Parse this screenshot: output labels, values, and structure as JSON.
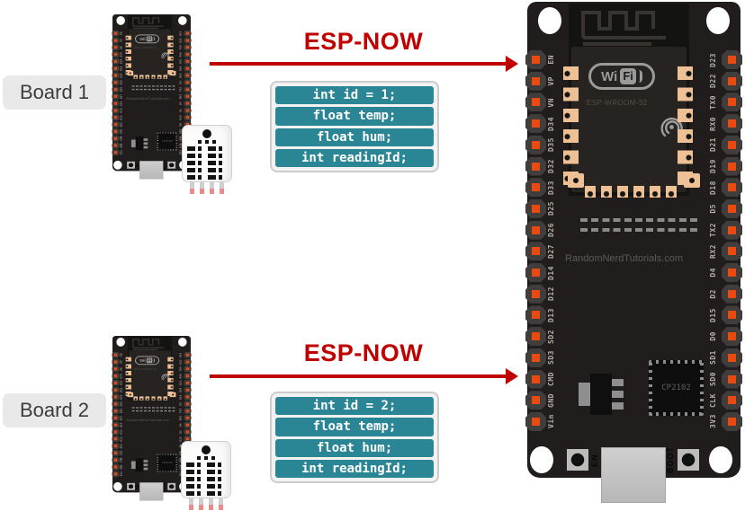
{
  "colors": {
    "accent_red": "#c00000",
    "code_teal": "#2a8595",
    "label_gray": "#e9e9e9"
  },
  "senders": [
    {
      "label": "Board 1",
      "protocol": "ESP-NOW",
      "struct_fields": [
        "int id = 1;",
        "float temp;",
        "float hum;",
        "int readingId;"
      ]
    },
    {
      "label": "Board 2",
      "protocol": "ESP-NOW",
      "struct_fields": [
        "int id = 2;",
        "float temp;",
        "float hum;",
        "int readingId;"
      ]
    }
  ],
  "receiver_board": {
    "wifi_logo": {
      "wi": "Wi",
      "fi": "Fi"
    },
    "module_name": "ESP-WROOM-32",
    "watermark": "RandomNerdTutorials.com",
    "usb_chip": "CP2102",
    "buttons": {
      "en": "EN",
      "boot": "BOOT"
    },
    "pins_left": [
      "EN",
      "VP",
      "VN",
      "D34",
      "D35",
      "D32",
      "D33",
      "D25",
      "D26",
      "D27",
      "D14",
      "D12",
      "D13",
      "SD2",
      "SD3",
      "CMD",
      "GND",
      "Vin"
    ],
    "pins_right": [
      "D23",
      "D22",
      "TX0",
      "RX0",
      "D21",
      "D19",
      "D18",
      "D5",
      "TX2",
      "RX2",
      "D4",
      "D2",
      "D15",
      "D0",
      "SD1",
      "SD0",
      "CLK",
      "3V3"
    ]
  }
}
